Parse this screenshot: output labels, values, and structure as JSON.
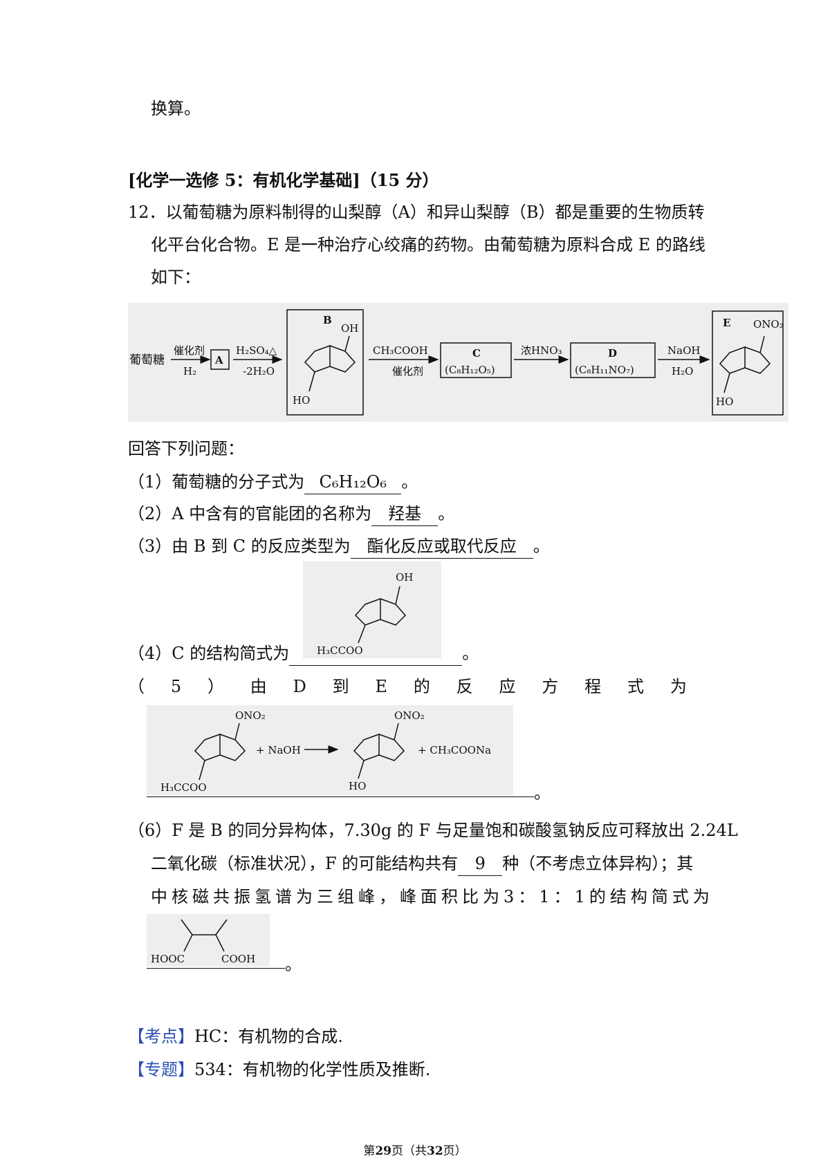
{
  "top_text": "换算。",
  "section_header": "[化学一选修 5：有机化学基础]（15 分）",
  "question": {
    "number": "12．",
    "line1": "以葡萄糖为原料制得的山梨醇（A）和异山梨醇（B）都是重要的生物质转",
    "line2": "化平台化合物。E 是一种治疗心绞痛的药物。由葡萄糖为原料合成 E 的路线",
    "line3": "如下："
  },
  "scheme": {
    "start": "葡萄糖",
    "step1_top": "催化剂",
    "step1_bottom": "H₂",
    "A": "A",
    "step2_top": "H₂SO₄△",
    "step2_bottom": "-2H₂O",
    "B_label": "B",
    "oh": "OH",
    "ho": "HO",
    "step3_top": "CH₃COOH",
    "step3_bottom": "催化剂",
    "C_label": "C",
    "C_formula": "(C₈H₁₂O₅)",
    "step4_top": "浓HNO₃",
    "D_label": "D",
    "D_formula": "(C₈H₁₁NO₇)",
    "step5_top": "NaOH",
    "step5_bottom": "H₂O",
    "E_label": "E",
    "ono2": "ONO₂"
  },
  "answers_intro": "回答下列问题：",
  "q1": {
    "prefix": "（1）葡萄糖的分子式为",
    "answer": "C₆H₁₂O₆",
    "suffix": "。"
  },
  "q2": {
    "prefix": "（2）A 中含有的官能团的名称为",
    "answer": "羟基",
    "suffix": "。"
  },
  "q3": {
    "prefix": "（3）由 B 到 C 的反应类型为",
    "answer": "酯化反应或取代反应",
    "suffix": "。"
  },
  "q4": {
    "prefix": "（4）C 的结构简式为",
    "suffix": "。",
    "oh": "OH",
    "sub": "H₃CCOO"
  },
  "q5": {
    "chars": [
      "（",
      "5",
      "）",
      "由",
      "D",
      "到",
      "E",
      "的",
      "反",
      "应",
      "方",
      "程",
      "式",
      "为"
    ],
    "ono2": "ONO₂",
    "naoh": "+ NaOH",
    "product": "+ CH₃COONa",
    "sub": "H₃CCOO",
    "ho": "HO",
    "suffix": "。"
  },
  "q6": {
    "line1": "（6）F 是 B 的同分异构体，7.30g 的 F 与足量饱和碳酸氢钠反应可释放出 2.24L",
    "line2_prefix": "二氧化碳（标准状况），F 的可能结构共有",
    "line2_answer": "9",
    "line2_suffix": "种（不考虑立体异构）；其",
    "line3_chars": [
      "中",
      "核",
      "磁",
      "共",
      "振",
      "氢",
      "谱",
      "为",
      "三",
      "组",
      "峰",
      "，",
      "峰",
      "面",
      "积",
      "比",
      "为",
      "3",
      "：",
      "1",
      "：",
      "1",
      "的",
      "结",
      "构",
      "简",
      "式",
      "为"
    ],
    "hooc": "HOOC",
    "cooh": "COOH",
    "suffix": "。"
  },
  "kaodian": {
    "tag": "【考点】",
    "text": "HC：有机物的合成."
  },
  "zhuanti": {
    "tag": "【专题】",
    "text": "534：有机物的化学性质及推断."
  },
  "footer": {
    "pre": "第",
    "page": "29",
    "mid": "页（共",
    "total": "32",
    "post": "页）"
  }
}
